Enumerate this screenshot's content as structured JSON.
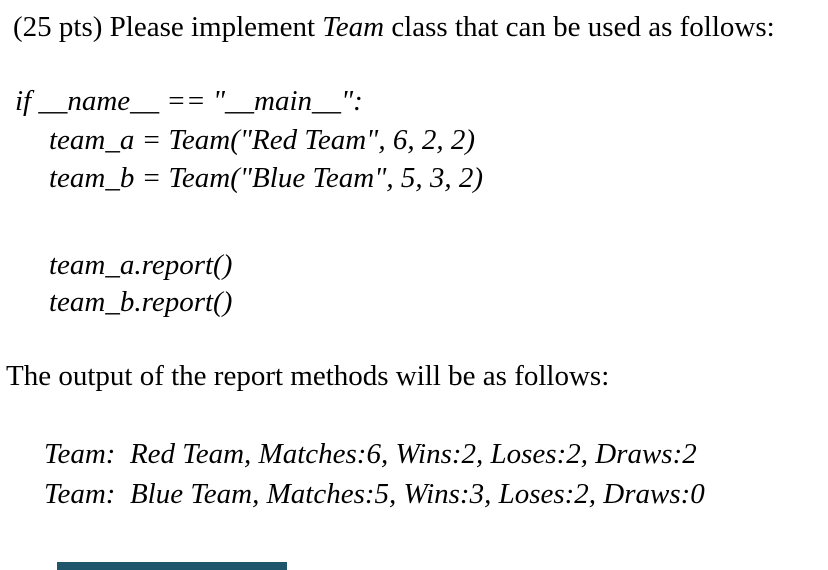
{
  "question": {
    "prefix": "(25 pts) Please implement ",
    "class_name": "Team",
    "suffix": " class that can be used as follows:"
  },
  "code": {
    "lines": [
      "if __name__ == \"__main__\":",
      "team_a = Team(\"Red Team\", 6, 2, 2)",
      "team_b = Team(\"Blue Team\", 5, 3, 2)",
      "team_a.report()",
      "team_b.report()"
    ]
  },
  "output_section": {
    "intro": "The output of the report methods will be as follows:",
    "lines": [
      "Team:  Red Team, Matches:6, Wins:2, Loses:2, Draws:2",
      "Team:  Blue Team, Matches:5, Wins:3, Loses:2, Draws:0"
    ]
  },
  "colors": {
    "text": "#000000",
    "background": "#ffffff",
    "bottom_bar": "#1f566b"
  }
}
